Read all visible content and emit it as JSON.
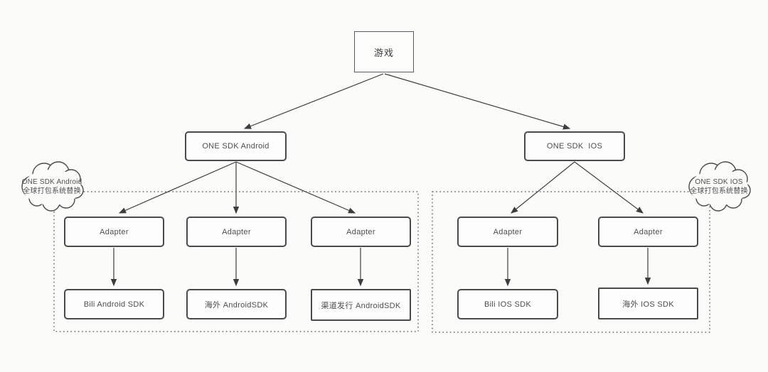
{
  "diagram_title": "ONE SDK packaging architecture",
  "colors": {
    "background": "#fbfbfa",
    "node_border": "#4a4a4d",
    "arrow": "#3d3d3d",
    "boundary_dotted": "#4a4a4a"
  },
  "nodes": {
    "game": "游戏",
    "one_sdk_android": "ONE SDK Android",
    "one_sdk_ios": "ONE SDK  IOS",
    "android_adapters": [
      "Adapter",
      "Adapter",
      "Adapter"
    ],
    "android_sdks": [
      "Bili Android SDK",
      "海外 AndroidSDK",
      "渠道发行 AndroidSDK"
    ],
    "ios_adapters": [
      "Adapter",
      "Adapter"
    ],
    "ios_sdks": [
      "Bili IOS SDK",
      "海外 IOS SDK"
    ]
  },
  "annotations": {
    "android_cloud": {
      "line1": "ONE SDK Android",
      "line2": "全球打包系统替换"
    },
    "ios_cloud": {
      "line1": "ONE SDK IOS",
      "line2": "全球打包系统替换"
    }
  }
}
